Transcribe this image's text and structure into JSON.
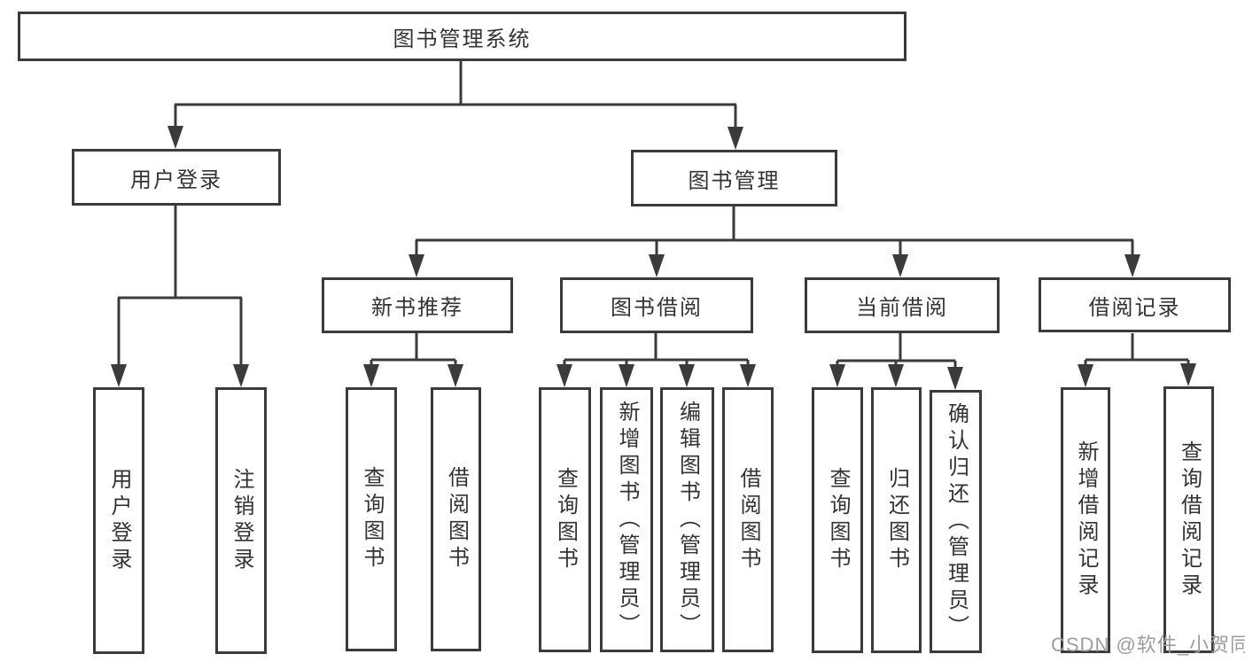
{
  "diagram": {
    "root": {
      "label": "图书管理系统",
      "children": [
        {
          "label": "用户登录",
          "children": [
            {
              "label": "用户登录"
            },
            {
              "label": "注销登录"
            }
          ]
        },
        {
          "label": "图书管理",
          "children": [
            {
              "label": "新书推荐",
              "children": [
                {
                  "label": "查询图书"
                },
                {
                  "label": "借阅图书"
                }
              ]
            },
            {
              "label": "图书借阅",
              "children": [
                {
                  "label": "查询图书"
                },
                {
                  "label": "新增图书（管理员）"
                },
                {
                  "label": "编辑图书（管理员）"
                },
                {
                  "label": "借阅图书"
                }
              ]
            },
            {
              "label": "当前借阅",
              "children": [
                {
                  "label": "查询图书"
                },
                {
                  "label": "归还图书"
                },
                {
                  "label": "确认归还（管理员）"
                }
              ]
            },
            {
              "label": "借阅记录",
              "children": [
                {
                  "label": "新增借阅记录"
                },
                {
                  "label": "查询借阅记录"
                }
              ]
            }
          ]
        }
      ]
    },
    "colors": {
      "line": "#3b3b3b",
      "text": "#333333",
      "background": "#ffffff",
      "watermark_gray": "#9d9d9d"
    }
  },
  "watermark": {
    "text": "CSDN @软件_小贺同学"
  }
}
